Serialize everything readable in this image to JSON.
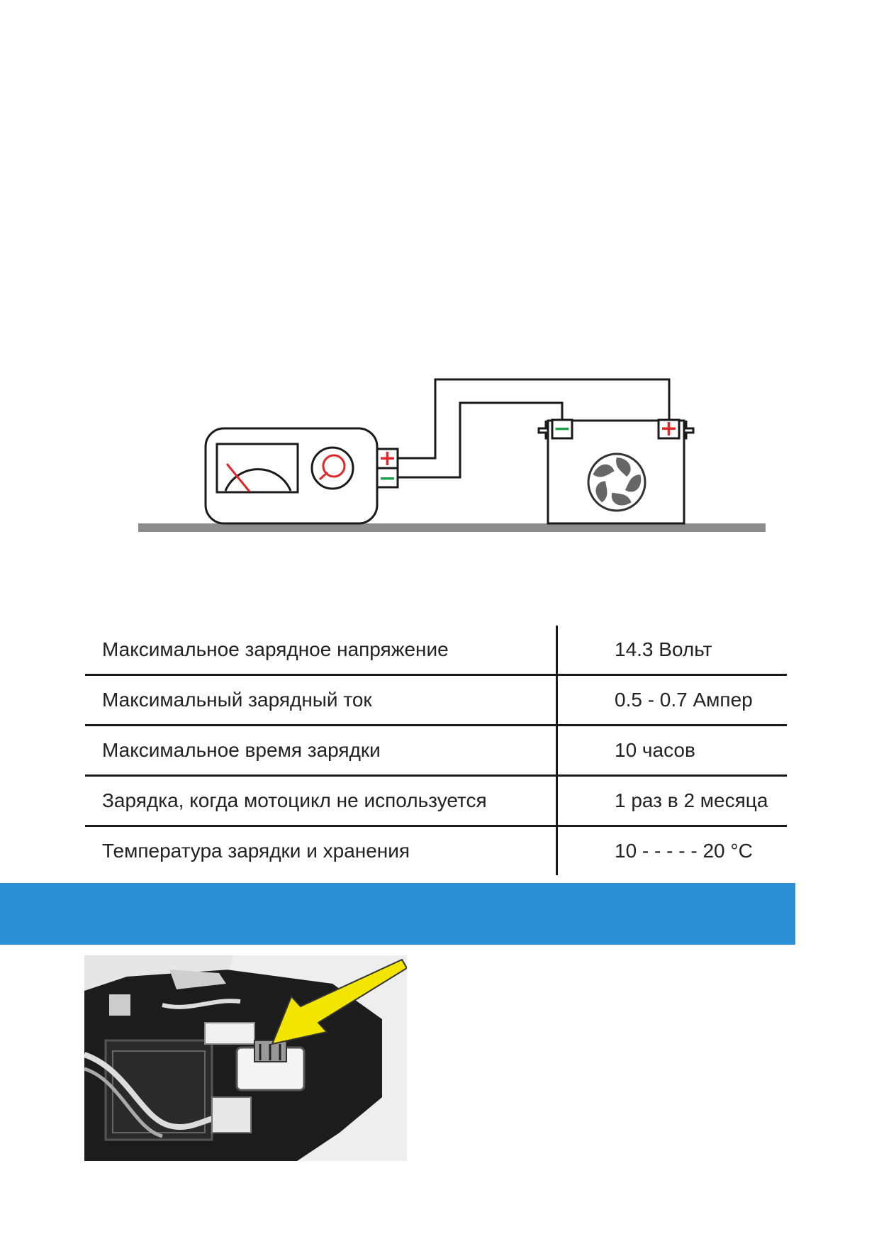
{
  "diagram": {
    "charger_plus_sign": "+",
    "charger_minus_sign": "−",
    "battery_plus_sign": "+",
    "battery_minus_sign": "−",
    "colors": {
      "positive": "#e0272b",
      "negative": "#1a9e4a",
      "line": "#1a1a1a",
      "ground": "#8c8c8c"
    }
  },
  "specs": [
    {
      "param": "Максимальное зарядное напряжение",
      "value": "14.3 Вольт"
    },
    {
      "param": "Максимальный зарядный ток",
      "value": "0.5 - 0.7 Ампер"
    },
    {
      "param": "Максимальное время зарядки",
      "value": "10 часов"
    },
    {
      "param": "Зарядка, когда мотоцикл не используется",
      "value": "1 раз в 2 месяца"
    },
    {
      "param": "Температура зарядки и хранения",
      "value": "10 - - - - - 20 °C"
    }
  ],
  "banner": {
    "color": "#2c8fd3"
  },
  "photo": {
    "arrow_color": "#f2e600"
  }
}
